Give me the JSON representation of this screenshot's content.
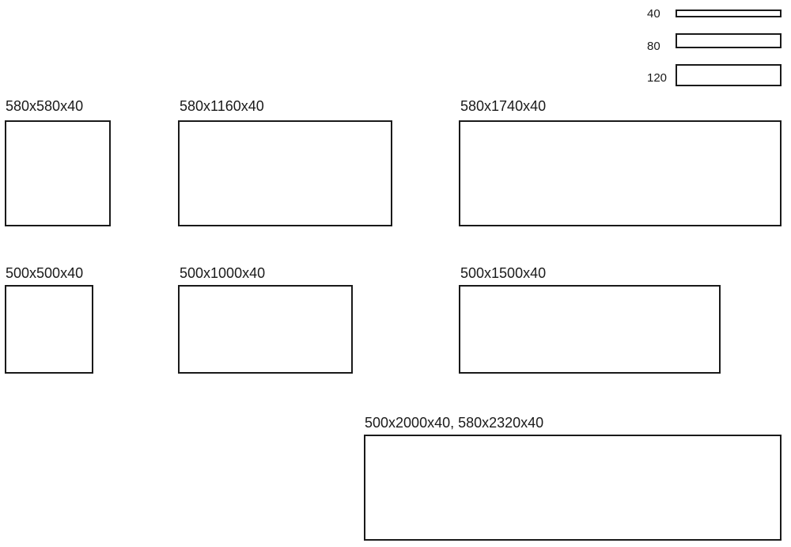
{
  "legend": {
    "items": [
      {
        "label": "40"
      },
      {
        "label": "80"
      },
      {
        "label": "120"
      }
    ]
  },
  "panels": {
    "row1": [
      {
        "label": "580x580x40"
      },
      {
        "label": "580x1160x40"
      },
      {
        "label": "580x1740x40"
      }
    ],
    "row2": [
      {
        "label": "500x500x40"
      },
      {
        "label": "500x1000x40"
      },
      {
        "label": "500x1500x40"
      }
    ],
    "row3": [
      {
        "label": "500x2000x40, 580x2320x40"
      }
    ]
  },
  "colors": {
    "stroke": "#1a1a1a",
    "fill": "#ffffff"
  }
}
